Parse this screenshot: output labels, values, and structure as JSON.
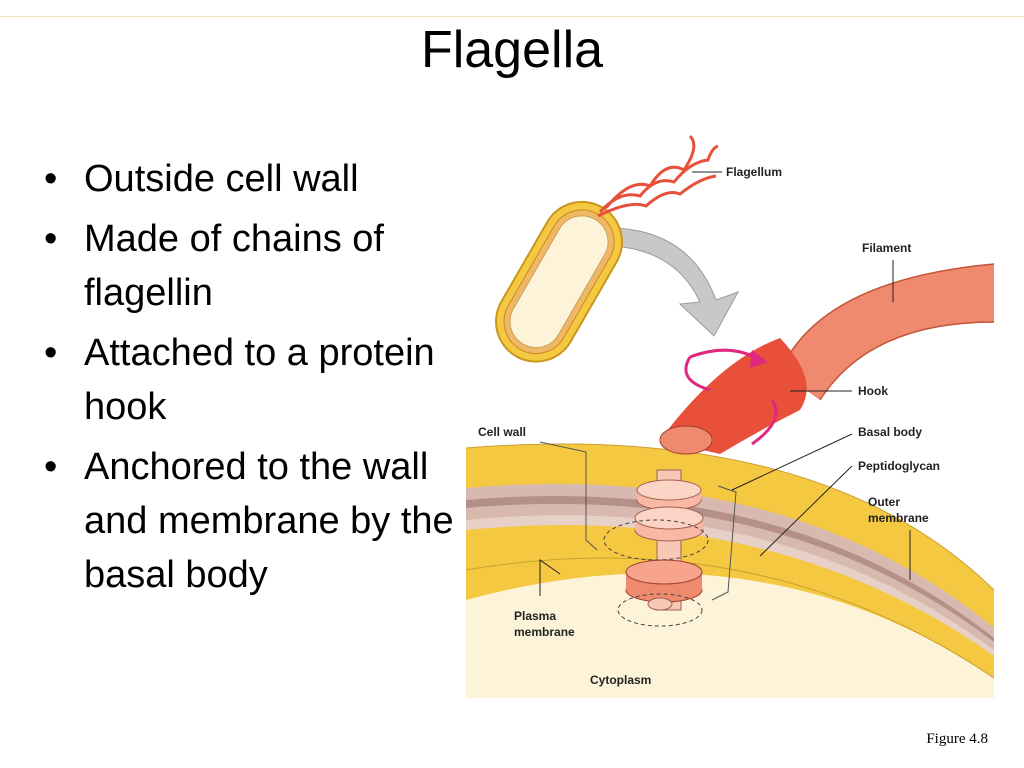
{
  "slide": {
    "title": "Flagella",
    "bullets": [
      "Outside cell wall",
      "Made of chains of flagellin",
      "Attached to a protein hook",
      "Anchored to the wall and membrane by the basal body"
    ],
    "caption": "Figure 4.8"
  },
  "figure": {
    "labels": {
      "flagellum": "Flagellum",
      "filament": "Filament",
      "hook": "Hook",
      "cell_wall": "Cell wall",
      "basal_body": "Basal body",
      "peptidoglycan": "Peptidoglycan",
      "outer_membrane": [
        "Outer",
        "membrane"
      ],
      "plasma_membrane": [
        "Plasma",
        "membrane"
      ],
      "cytoplasm": "Cytoplasm"
    },
    "colors": {
      "outer_membrane": "#f5c842",
      "peptidoglycan": "#d7b9b0",
      "plasma_membrane": "#f5c842",
      "cytoplasm": "#fdf3d8",
      "filament": "#f08a6e",
      "hook": "#e8503a",
      "basal_disc": "#f8b8a4",
      "arrow": "#c8c8c8",
      "rotation_arrow": "#e0287e"
    }
  }
}
